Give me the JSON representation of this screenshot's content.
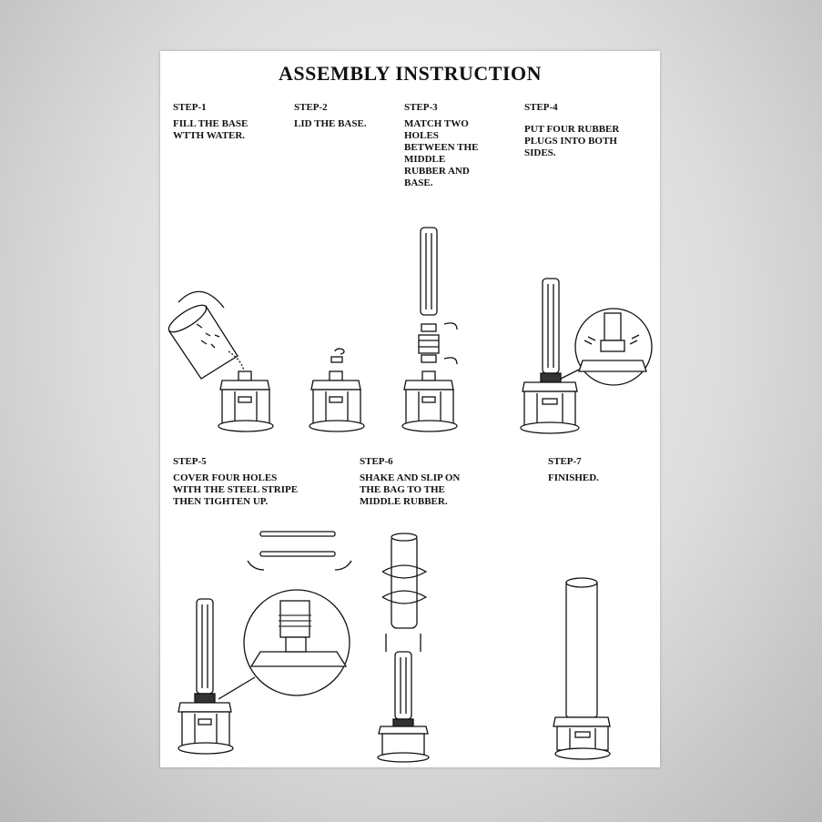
{
  "title": "ASSEMBLY  INSTRUCTION",
  "steps": [
    {
      "label": "STEP-1",
      "text": "FILL THE BASE\nWTTH WATER."
    },
    {
      "label": "STEP-2",
      "text": "LID THE BASE."
    },
    {
      "label": "STEP-3",
      "text": "MATCH TWO\nHOLES\nBETWEEN THE\nMIDDLE\nRUBBER AND\nBASE."
    },
    {
      "label": "STEP-4",
      "text": "PUT FOUR RUBBER\nPLUGS INTO BOTH\nSIDES."
    },
    {
      "label": "STEP-5",
      "text": "COVER FOUR HOLES\nWITH THE STEEL STRIPE\nTHEN TIGHTEN UP."
    },
    {
      "label": "STEP-6",
      "text": "SHAKE AND SLIP ON\nTHE BAG TO THE\nMIDDLE RUBBER."
    },
    {
      "label": "STEP-7",
      "text": "FINISHED."
    }
  ]
}
